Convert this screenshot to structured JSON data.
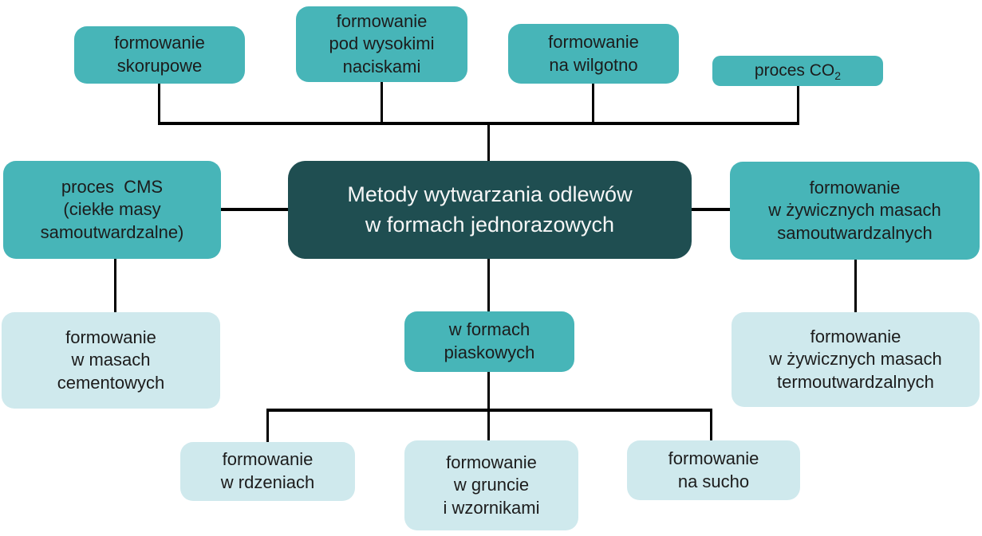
{
  "colors": {
    "teal": "#47b5b8",
    "dark": "#1f4e51",
    "light": "#cfe9ed",
    "line": "#000000",
    "text": "#1c1c1c",
    "text_light": "#f7f7f7",
    "background": "#ffffff"
  },
  "nodes": {
    "root": {
      "label": "Metody wytwarzania odlewów\nw formach jednorazowych"
    },
    "skorupowe": {
      "label": "formowanie\nskorupowe"
    },
    "naciski": {
      "label": "formowanie\npod wysokimi\nnaciskami"
    },
    "wilgotno": {
      "label": "formowanie\nna wilgotno"
    },
    "co2": {
      "label_main": "proces CO",
      "label_sub": "2"
    },
    "cms": {
      "label": "proces  CMS\n(ciekłe masy\nsamoutwardzalne)"
    },
    "zywiczne_samoutwardzalne": {
      "label": "formowanie\nw żywicznych masach\nsamoutwardzalnych"
    },
    "cementowe": {
      "label": "formowanie\nw masach\ncementowych"
    },
    "piaskowe": {
      "label": "w formach\npiaskowych"
    },
    "zywiczne_termoutwardzalne": {
      "label": "formowanie\nw żywicznych masach\ntermoutwardzalnych"
    },
    "rdzenie": {
      "label": "formowanie\nw rdzeniach"
    },
    "grunt": {
      "label": "formowanie\nw gruncie\ni wzornikami"
    },
    "sucho": {
      "label": "formowanie\nna sucho"
    }
  }
}
